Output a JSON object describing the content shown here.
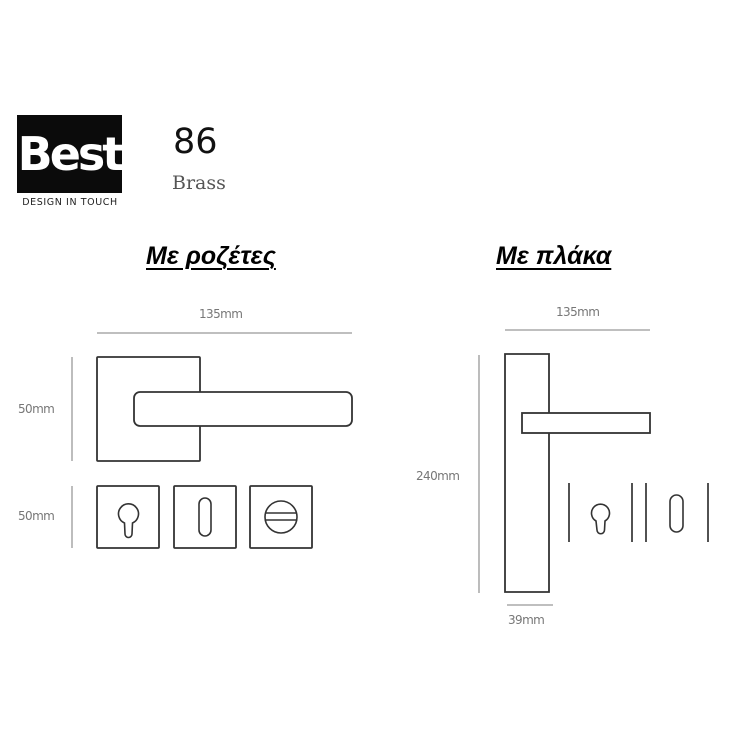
{
  "brand": {
    "logo_text": "Best",
    "tagline": "DESIGN IN TOUCH"
  },
  "product": {
    "model": "86",
    "material": "Brass"
  },
  "sections": [
    {
      "title": "Με ροζέτες",
      "dimensions": {
        "width": "135mm",
        "rose_height": "50mm",
        "escutcheon_height": "50mm"
      },
      "escutcheons": [
        "euro-cylinder-keyhole-icon",
        "oval-keyhole-icon",
        "wc-turn-icon"
      ]
    },
    {
      "title": "Με πλάκα",
      "dimensions": {
        "width": "135mm",
        "plate_height": "240mm",
        "plate_width": "39mm"
      },
      "plate_options": [
        "euro-cylinder-keyhole-icon",
        "oval-keyhole-icon"
      ]
    }
  ],
  "colors": {
    "outline": "#333333",
    "dimension_line": "#999999",
    "dimension_text": "#777777",
    "logo_bg": "#0b0b0b"
  }
}
